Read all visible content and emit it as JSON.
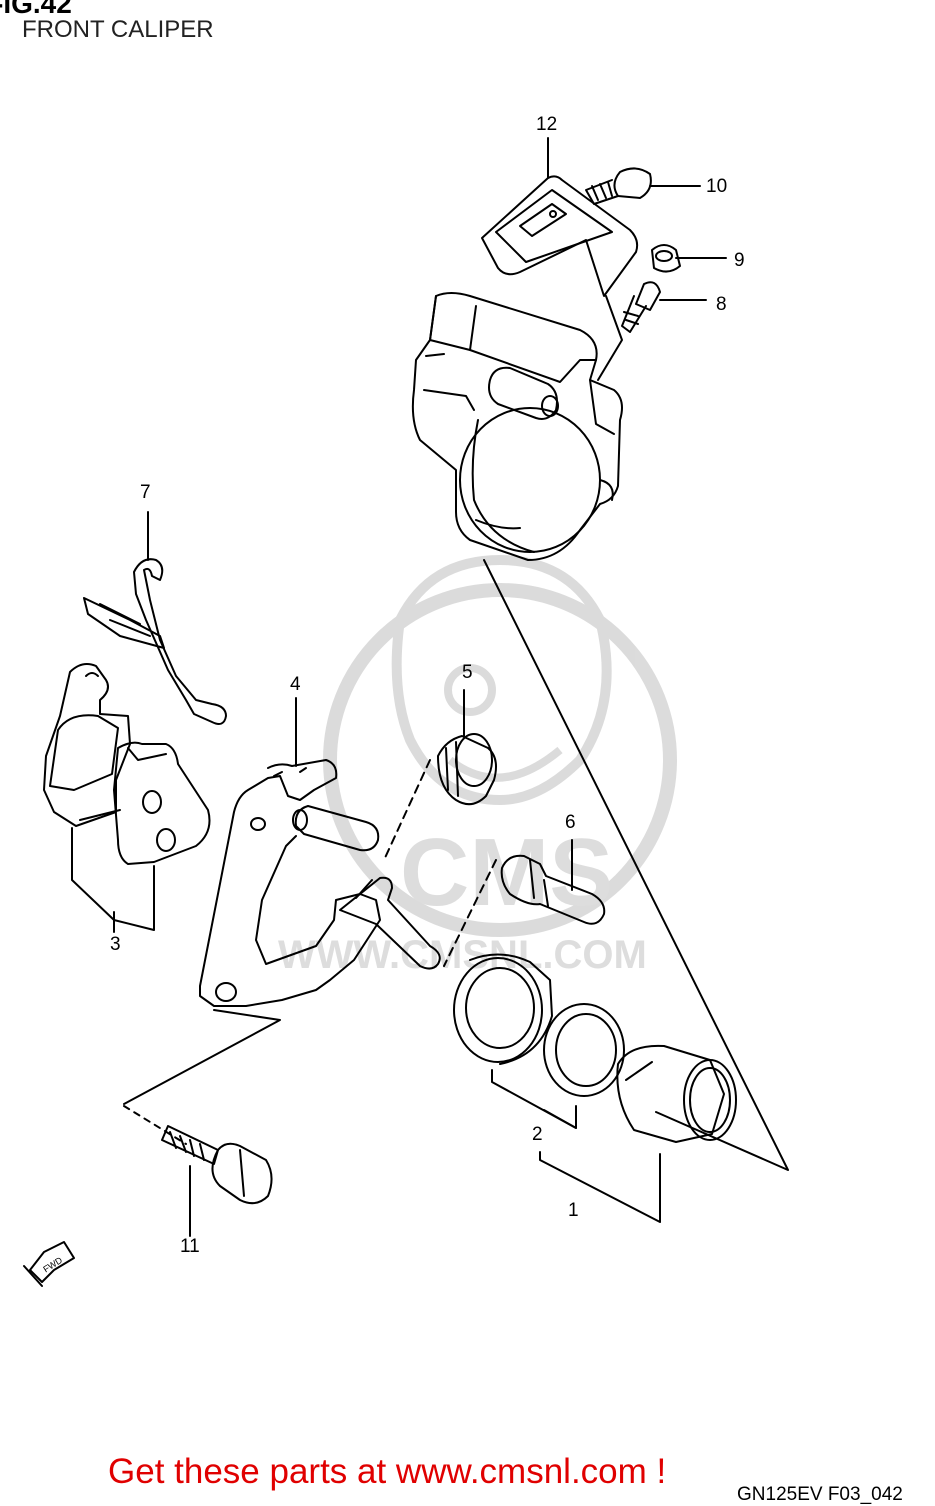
{
  "figure": {
    "number": "-IG.42",
    "title": "FRONT CALIPER",
    "drawing_code": "GN125EV F03_042"
  },
  "callouts": [
    "1",
    "2",
    "3",
    "4",
    "5",
    "6",
    "7",
    "8",
    "9",
    "10",
    "11",
    "12"
  ],
  "watermark": {
    "text": "WWW.CMSNL.COM",
    "logo_text": "CMS"
  },
  "fwd_arrow_label": "FWD",
  "footer": {
    "cta_text": "Get these parts at www.cmsnl.com !"
  },
  "colors": {
    "line": "#000000",
    "cta": "#e00000",
    "watermark": "#d8d8d8"
  }
}
